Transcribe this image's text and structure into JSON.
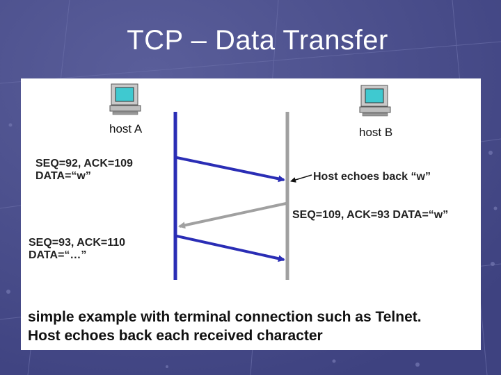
{
  "slide": {
    "title": "TCP – Data Transfer"
  },
  "diagram": {
    "hosts": [
      {
        "label": "host A",
        "icon": "computer-icon"
      },
      {
        "label": "host B",
        "icon": "computer-icon"
      }
    ],
    "messages": [
      {
        "line1": "SEQ=92, ACK=109",
        "line2": "DATA=“w”",
        "direction": "A-to-B",
        "color": "#2a2db5"
      },
      {
        "line1": "SEQ=109, ACK=93 DATA=“w”",
        "direction": "B-to-A",
        "color": "#a0a0a0"
      },
      {
        "line1": "SEQ=93, ACK=110",
        "line2": "DATA=“…”",
        "direction": "A-to-B",
        "color": "#2a2db5"
      }
    ],
    "annotation": "Host echoes back “w”",
    "caption_line1": "simple example with terminal connection such as Telnet.",
    "caption_line2": "Host echoes back each received character",
    "colors": {
      "host_a_line": "#2a2db5",
      "host_b_line": "#a0a0a0",
      "slide_background": "#4a4e8a"
    }
  }
}
